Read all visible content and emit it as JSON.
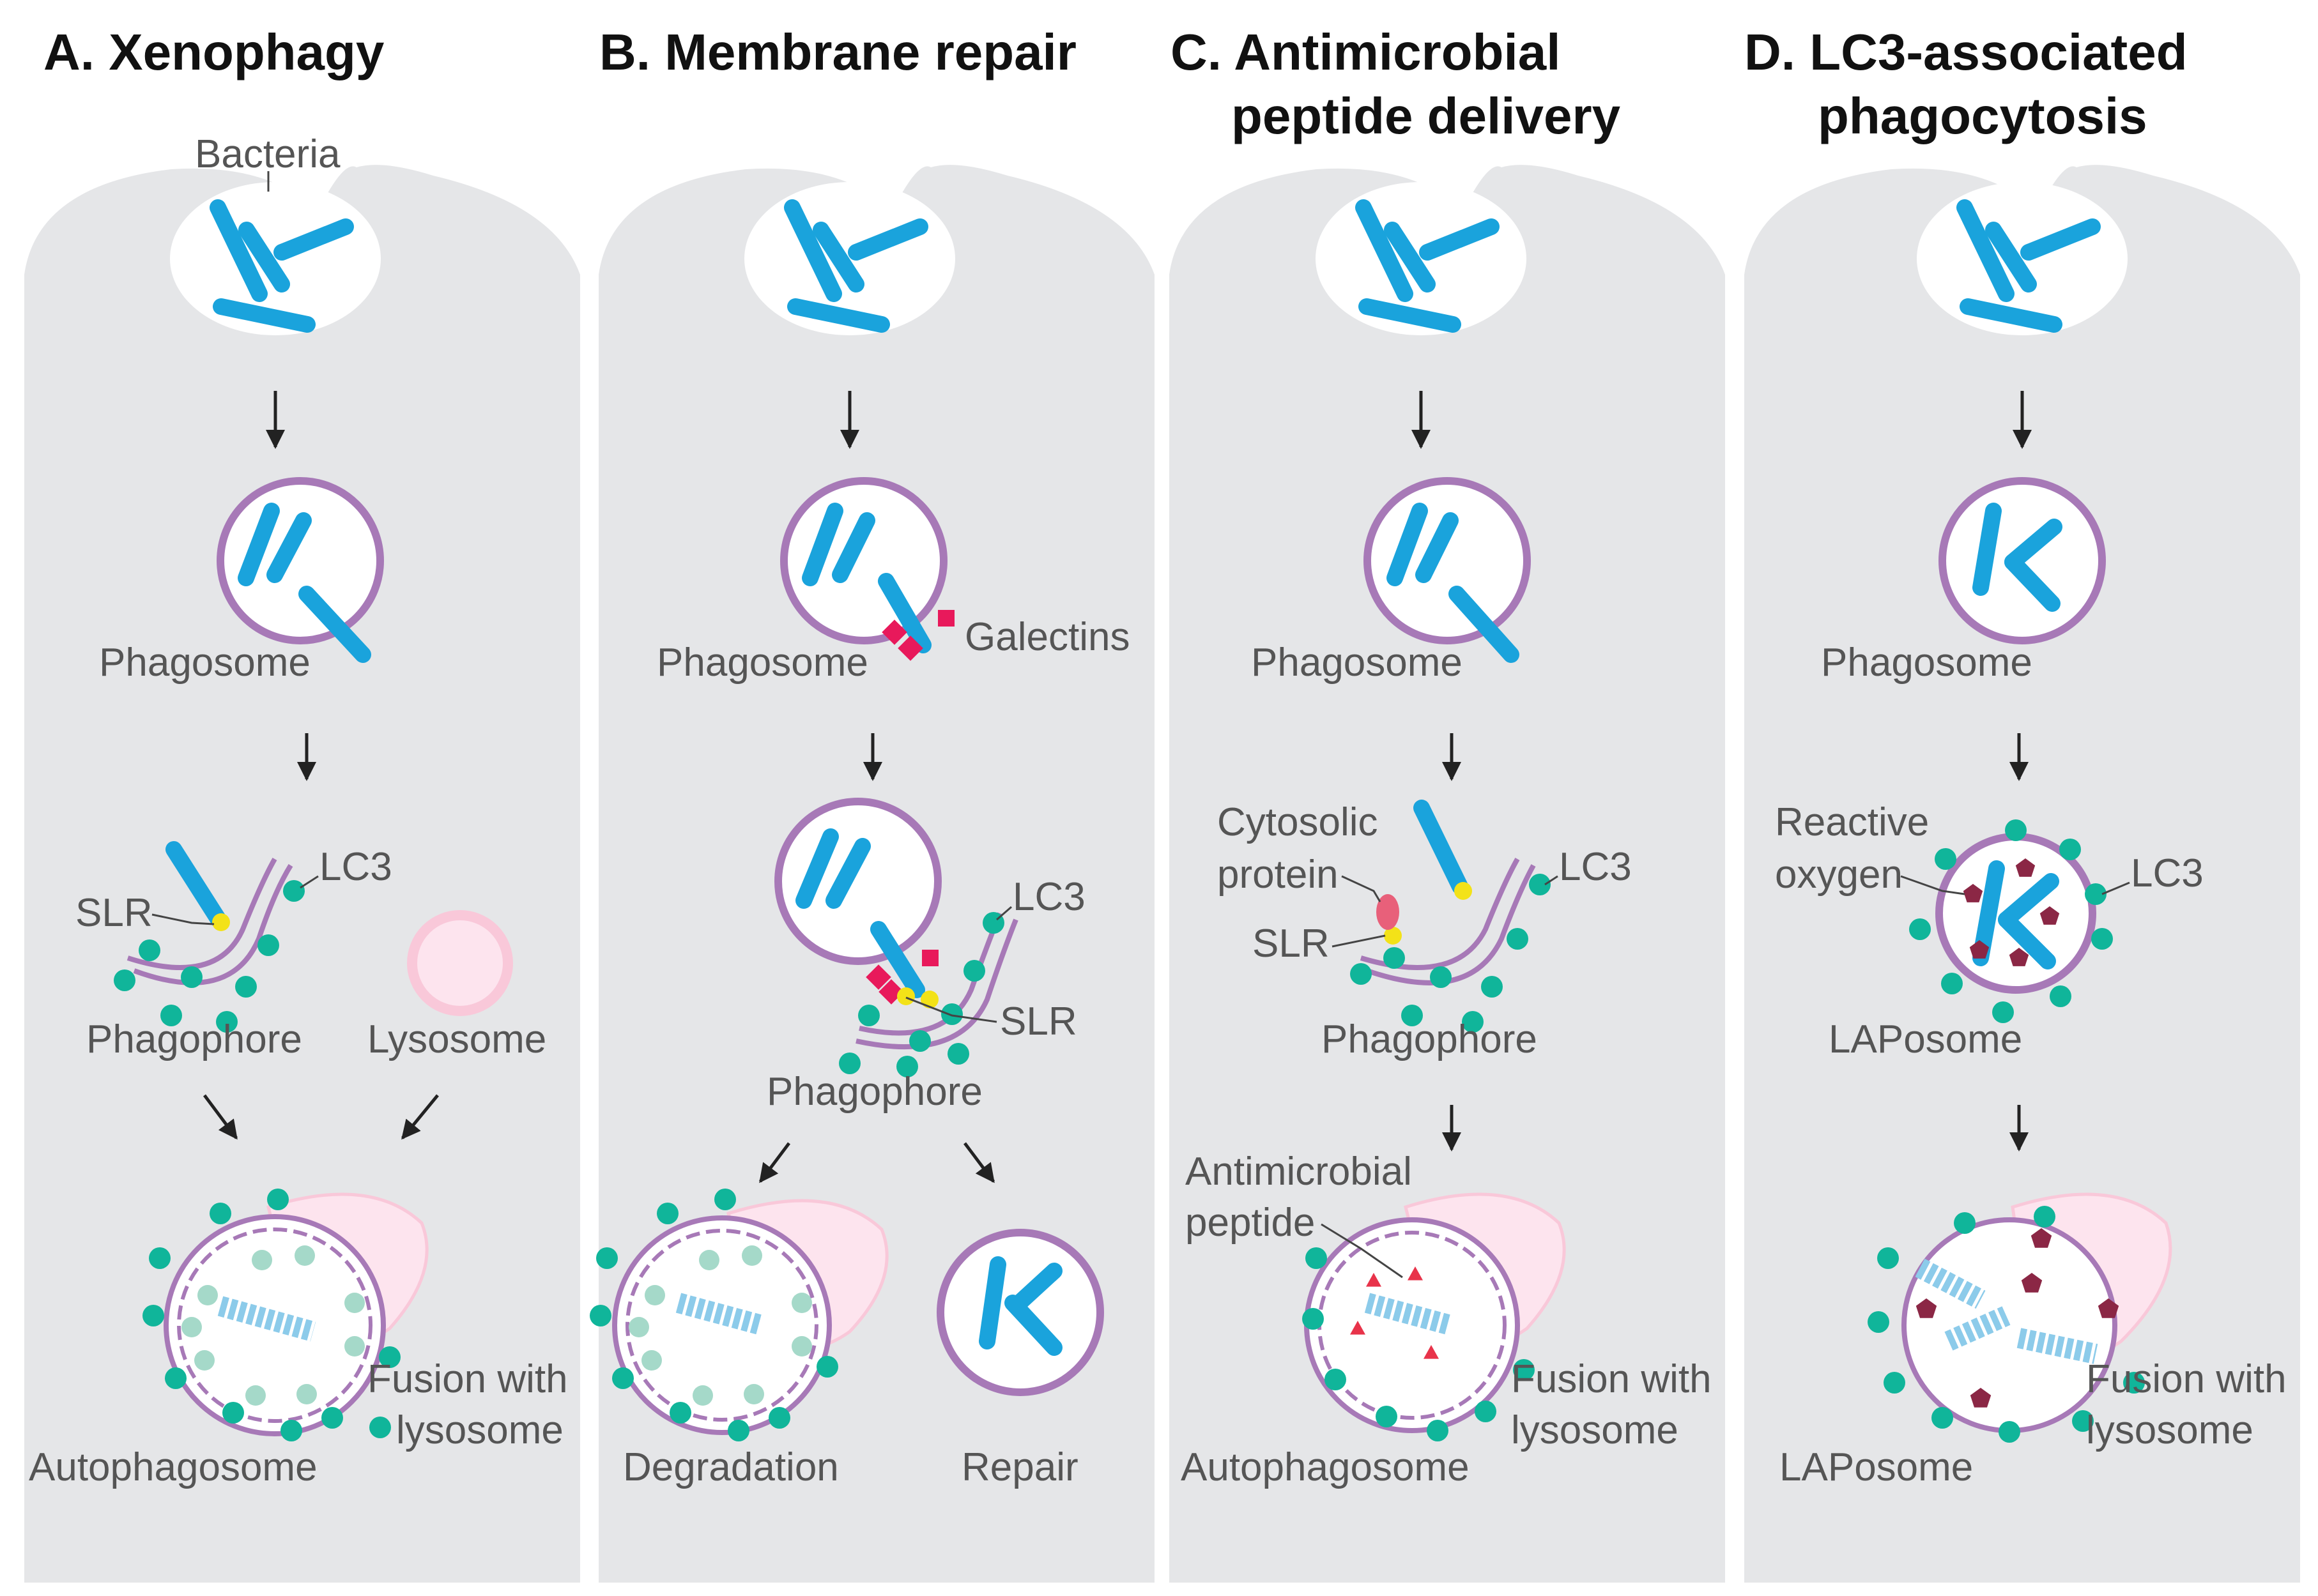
{
  "colors": {
    "cell": "#e5e6e8",
    "bacteria": "#1aa3dc",
    "bacteria_pale": "#8ccbea",
    "phagosome_membrane": "#a779b7",
    "lc3": "#10b59a",
    "lc3_pale": "#a5d9c9",
    "slr": "#f3e218",
    "galectin": "#e8195b",
    "lysosome": "#f9c8d9",
    "ros": "#8b2745",
    "amp": "#e8334a",
    "text": "#555555",
    "title": "#111111"
  },
  "panels": [
    {
      "title_lines": [
        "A. Xenophagy"
      ],
      "labels": {
        "bacteria": "Bacteria",
        "phagosome": "Phagosome",
        "lc3": "LC3",
        "slr": "SLR",
        "phagophore": "Phagophore",
        "lysosome": "Lysosome",
        "final": "Autophagosome",
        "fusion_1": "Fusion with",
        "fusion_2": "lysosome"
      }
    },
    {
      "title_lines": [
        "B. Membrane repair"
      ],
      "labels": {
        "phagosome": "Phagosome",
        "galectins": "Galectins",
        "lc3": "LC3",
        "slr": "SLR",
        "phagophore": "Phagophore",
        "degradation": "Degradation",
        "repair": "Repair"
      }
    },
    {
      "title_lines": [
        "C. Antimicrobial",
        "peptide delivery"
      ],
      "labels": {
        "phagosome": "Phagosome",
        "cytosolic_1": "Cytosolic",
        "cytosolic_2": "protein",
        "slr": "SLR",
        "lc3": "LC3",
        "phagophore": "Phagophore",
        "amp_1": "Antimicrobial",
        "amp_2": "peptide",
        "final": "Autophagosome",
        "fusion_1": "Fusion with",
        "fusion_2": "lysosome"
      }
    },
    {
      "title_lines": [
        "D. LC3-associated",
        "phagocytosis"
      ],
      "labels": {
        "phagosome": "Phagosome",
        "ros_1": "Reactive",
        "ros_2": "oxygen",
        "lc3": "LC3",
        "laposome": "LAPosome",
        "final": "LAPosome",
        "fusion_1": "Fusion with",
        "fusion_2": "lysosome"
      }
    }
  ]
}
